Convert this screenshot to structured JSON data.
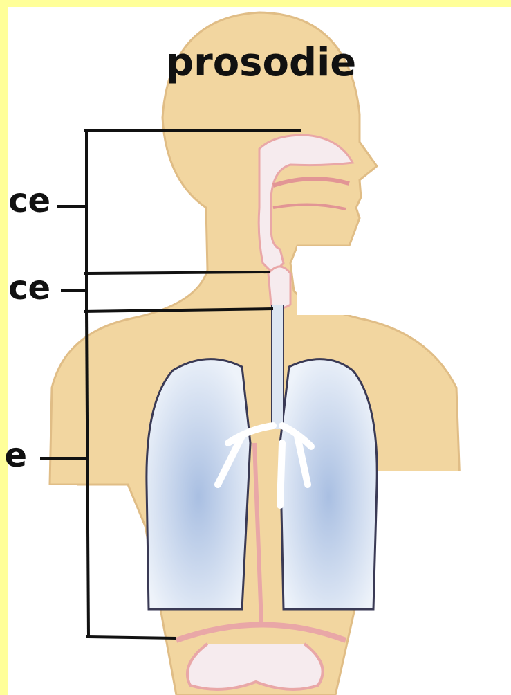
{
  "title": "prosodie",
  "labels": {
    "resonance": "ce",
    "phonation": "ce",
    "respiration": "e"
  },
  "colors": {
    "skin": "#f2d6a0",
    "skin_outline": "#e0bd86",
    "lung_fill": "#dce6f4",
    "lung_shade": "#a9bfe2",
    "tissue_pink": "#e9a7a7",
    "bracket": "#111111",
    "frame": "#ffff99"
  }
}
